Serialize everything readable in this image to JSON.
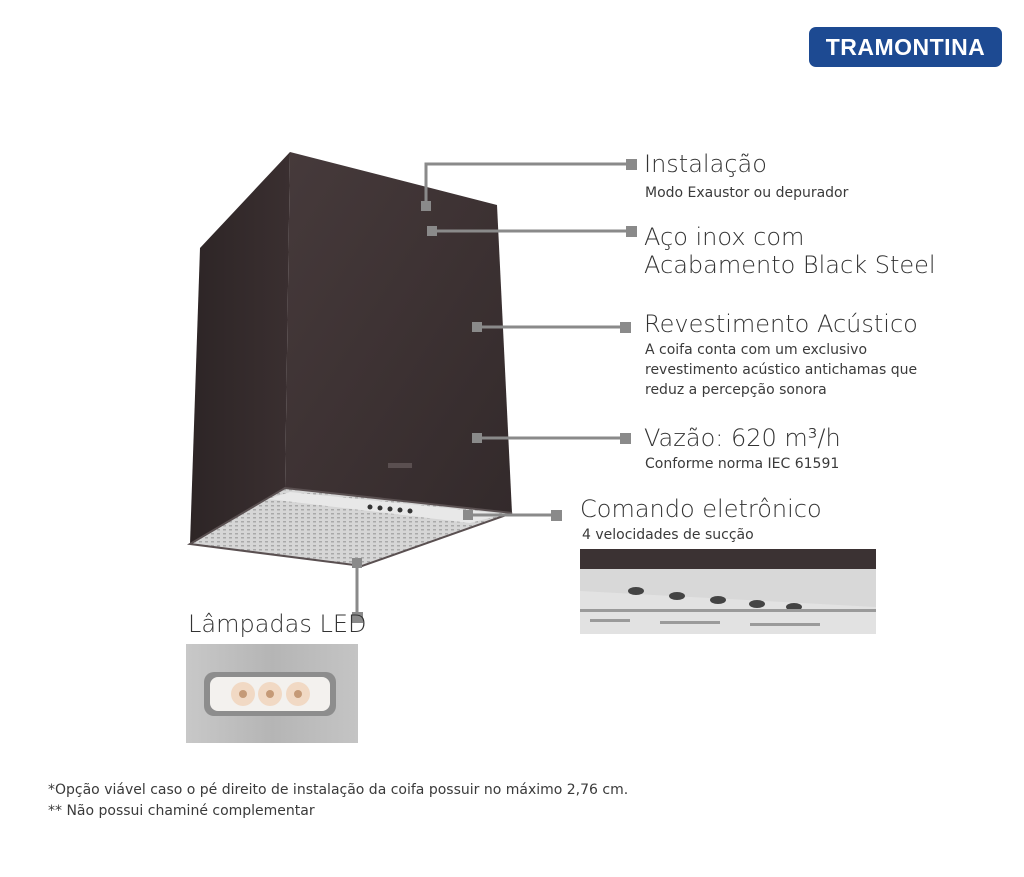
{
  "brand": "TRAMONTINA",
  "features": {
    "instalacao": {
      "title": "Instalação",
      "desc": "Modo Exaustor ou depurador"
    },
    "aco": {
      "title_line1": "Aço inox com",
      "title_line2": "Acabamento Black Steel"
    },
    "revestimento": {
      "title": "Revestimento Acústico",
      "desc_lines": [
        "A coifa conta com um exclusivo",
        "revestimento acústico antichamas que",
        "reduz a percepção sonora"
      ]
    },
    "vazao": {
      "title": "Vazão: 620 m³/h",
      "desc": "Conforme norma IEC 61591"
    },
    "comando": {
      "title": "Comando eletrônico",
      "desc": "4 velocidades de sucção"
    },
    "lampadas": {
      "title": "Lâmpadas LED"
    }
  },
  "footnotes": [
    "*Opção viável caso o pé direito de instalação da coifa possuir no máximo 2,76 cm.",
    "** Não possui chaminé complementar"
  ],
  "colors": {
    "brand": "#1d4a92",
    "hood": "#3f3536",
    "connector": "#8a8a8a"
  }
}
